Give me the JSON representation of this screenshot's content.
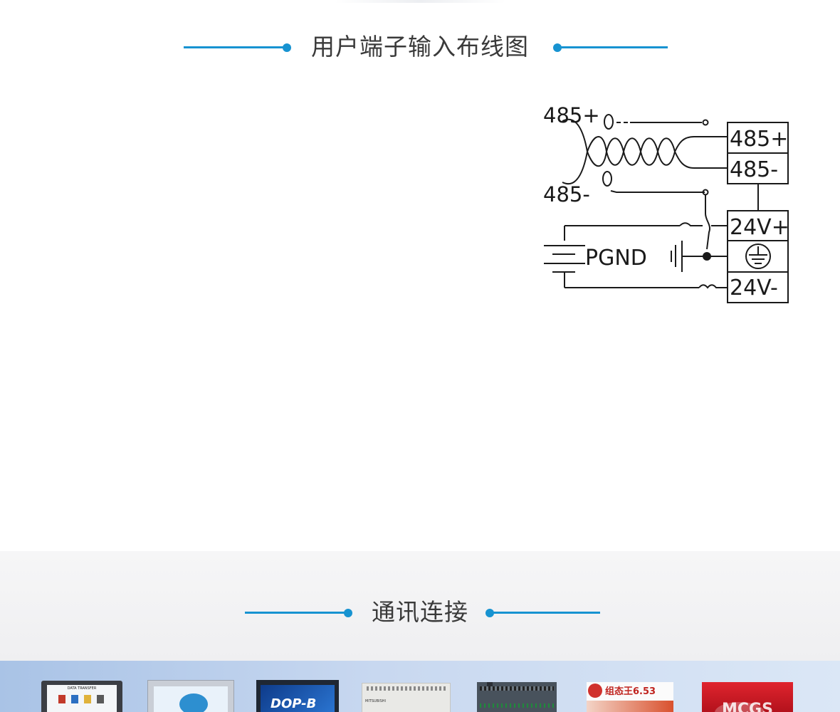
{
  "wiring_section": {
    "title": "用户端子输入布线图"
  },
  "wiring_diagram": {
    "signal_plus": "485+",
    "signal_minus": "485-",
    "ground_label": "PGND",
    "terminals": [
      "485+",
      "485-",
      "24V+",
      "24V-"
    ],
    "ground_terminal_icon": "protective-earth-icon"
  },
  "comm_section": {
    "title": "通讯连接",
    "devices": [
      {
        "name": "hmi-touch-panel-dark",
        "screen_text": "DATA TRANSFER"
      },
      {
        "name": "hmi-touch-panel-silver",
        "screen_text": ""
      },
      {
        "name": "delta-hmi-panel",
        "screen_text": "DOP-B"
      },
      {
        "name": "mitsubishi-plc",
        "screen_text": "MITSUBISHI"
      },
      {
        "name": "siemens-plc",
        "screen_text": ""
      },
      {
        "name": "kingview-software-box",
        "screen_text": "组态王6.53"
      },
      {
        "name": "mcgs-software-box",
        "screen_text": "MCGS"
      }
    ]
  },
  "colors": {
    "accent": "#1793d1",
    "title_text": "#3a3a3a",
    "diagram_stroke": "#1a1a1a"
  }
}
